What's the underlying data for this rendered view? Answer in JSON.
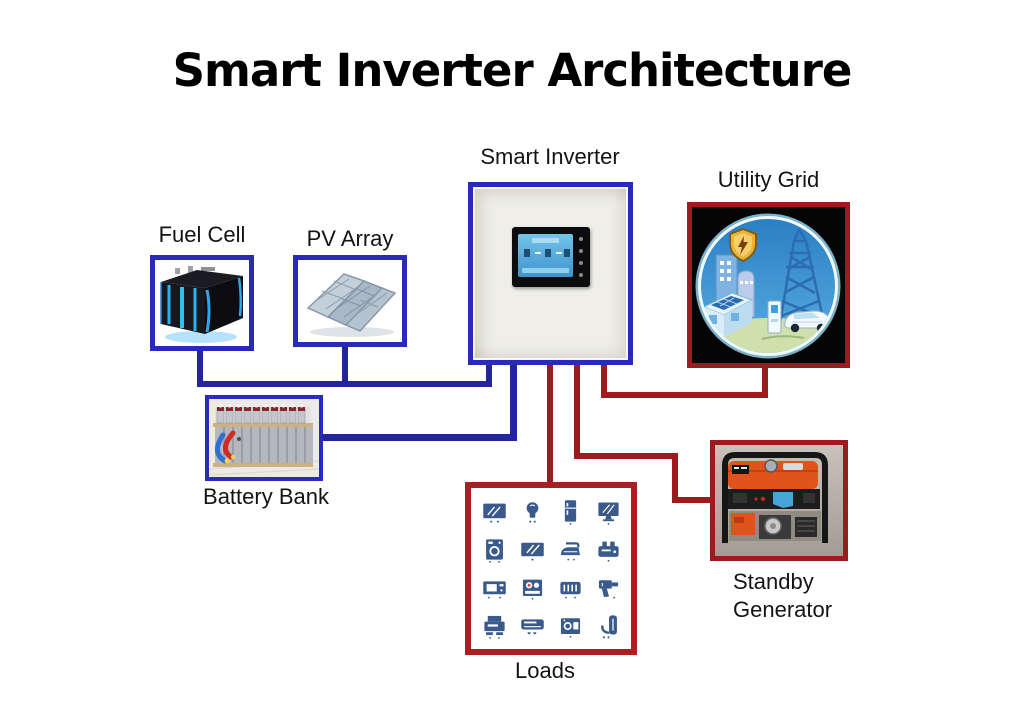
{
  "title": "Smart Inverter Architecture",
  "nodes": {
    "fuel_cell": {
      "label": "Fuel Cell",
      "icon": "fuel-cell-photo"
    },
    "pv_array": {
      "label": "PV Array",
      "icon": "solar-panels-photo"
    },
    "smart_inverter": {
      "label": "Smart Inverter",
      "icon": "inverter-unit-with-lcd"
    },
    "utility_grid": {
      "label": "Utility Grid",
      "icon": "utility-grid-circle-illustration"
    },
    "battery_bank": {
      "label": "Battery Bank",
      "icon": "battery-bank-photo"
    },
    "loads": {
      "label": "Loads",
      "icon": "appliance-icon-grid"
    },
    "standby_generator": {
      "label_line1": "Standby",
      "label_line2": "Generator",
      "icon": "portable-generator-photo"
    }
  },
  "loads_icons": [
    "tv",
    "lightbulb",
    "refrigerator",
    "desktop-computer",
    "washing-machine",
    "television",
    "iron",
    "toaster",
    "microwave",
    "stove",
    "heater",
    "hair-dryer",
    "printer",
    "air-conditioner",
    "oven",
    "water-heater"
  ],
  "connections": [
    {
      "from": "fuel_cell",
      "to": "smart_inverter",
      "type": "dc",
      "color": "#24249c"
    },
    {
      "from": "pv_array",
      "to": "smart_inverter",
      "type": "dc",
      "color": "#24249c"
    },
    {
      "from": "battery_bank",
      "to": "smart_inverter",
      "type": "dc",
      "color": "#24249c"
    },
    {
      "from": "smart_inverter",
      "to": "loads",
      "type": "ac",
      "color": "#9c1b1e"
    },
    {
      "from": "smart_inverter",
      "to": "standby_generator",
      "type": "ac",
      "color": "#9c1b1e"
    },
    {
      "from": "smart_inverter",
      "to": "utility_grid",
      "type": "ac",
      "color": "#9c1b1e"
    }
  ],
  "colors": {
    "dc_wire": "#24249c",
    "ac_wire": "#9c1b1e",
    "blue_box_border": "#2a2ab8",
    "red_box_border": "#9c1b1e",
    "loads_icon_color": "#3a5a8c",
    "title_color": "#000000",
    "label_color": "#141414",
    "lcd_blue": "#4aa7d8",
    "generator_orange": "#e2521b",
    "shield_gold": "#e8b33c",
    "grid_circle_blue": "#2f86c8"
  }
}
